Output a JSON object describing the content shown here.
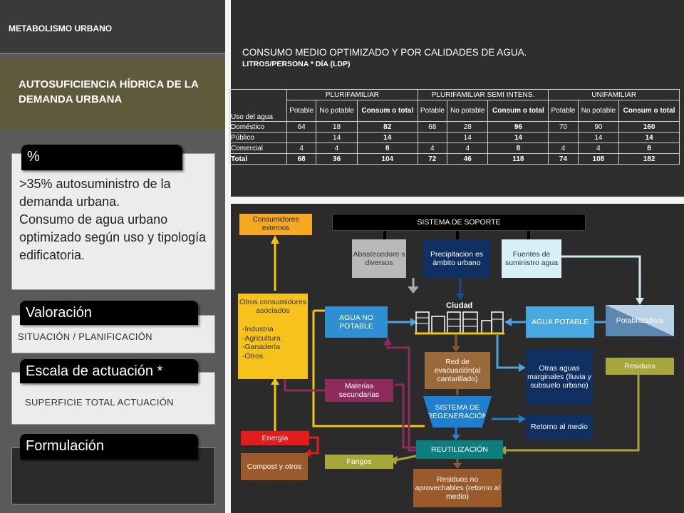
{
  "sidebar": {
    "header": "METABOLISMO URBANO",
    "section_title": "AUTOSUFICIENCIA HÍDRICA DE LA DEMANDA URBANA",
    "percent_tab": "%",
    "percent_text": ">35% autosuministro de la demanda urbana.\nConsumo de agua urbano optimizado según uso y tipología edificatoria.",
    "valoracion_tab": "Valoración",
    "valoracion_text": "SITUACIÓN / PLANIFICACIÓN",
    "escala_tab": "Escala de actuación *",
    "escala_text": "SUPERFICIE TOTAL ACTUACIÓN",
    "formulacion_tab": "Formulación"
  },
  "table": {
    "title": "CONSUMO MEDIO OPTIMIZADO Y POR CALIDADES DE AGUA.",
    "subtitle": "LITROS/PERSONA  * DÍA (LDP)",
    "row_header": "Uso del agua",
    "groups": [
      "PLURIFAMILIAR",
      "PLURIFAMILIAR SEMI INTENS.",
      "UNIFAMILIAR"
    ],
    "subcols": [
      "Potable",
      "No potable",
      "Consum o total"
    ],
    "rows": [
      {
        "label": "Doméstico",
        "values": [
          "64",
          "18",
          "82",
          "68",
          "28",
          "96",
          "70",
          "90",
          "160"
        ]
      },
      {
        "label": "Público",
        "values": [
          "",
          "14",
          "14",
          "",
          "14",
          "14",
          "",
          "14",
          "14"
        ]
      },
      {
        "label": "Comercial",
        "values": [
          "4",
          "4",
          "8",
          "4",
          "4",
          "8",
          "4",
          "4",
          "8"
        ]
      },
      {
        "label": "Total",
        "values": [
          "68",
          "36",
          "104",
          "72",
          "46",
          "118",
          "74",
          "108",
          "182"
        ]
      }
    ]
  },
  "diagram": {
    "consumidores_externos": "Consumidores externos",
    "sistema_soporte": "SISTEMA DE SOPORTE",
    "abastecedores": "Abastecedore s diversos",
    "precipitaciones": "Precipitacion es ámbito urbano",
    "fuentes": "Fuentes de suministro agua",
    "otros_consumidores": "Otros consumidores asociados",
    "otros_list": "-Industria\n-Agricultura\n-Ganadería\n-Otros",
    "agua_no_potable": "AGUA NO POTABLE",
    "ciudad": "Ciudad",
    "agua_potable": "AGUA POTABLE",
    "potabilizadora": "Potabilizadora",
    "red_evacuacion": "Red de evacuación(al cantarillado)",
    "otras_aguas": "Otras aguas marginales (lluvia y subsuelo urbano)",
    "residuos": "Residuos",
    "materias": "Materias secundarias",
    "sistema_regeneracion": "SISTEMA DE REGENERACIÓN",
    "retorno": "Retorno al medio",
    "energia": "Energía",
    "reutilizacion": "REUTILIZACIÓN",
    "compost": "Compost y otros",
    "fangos": "Fangos",
    "residuos_no": "Residuos no aprovechables (retorno al medio)"
  }
}
